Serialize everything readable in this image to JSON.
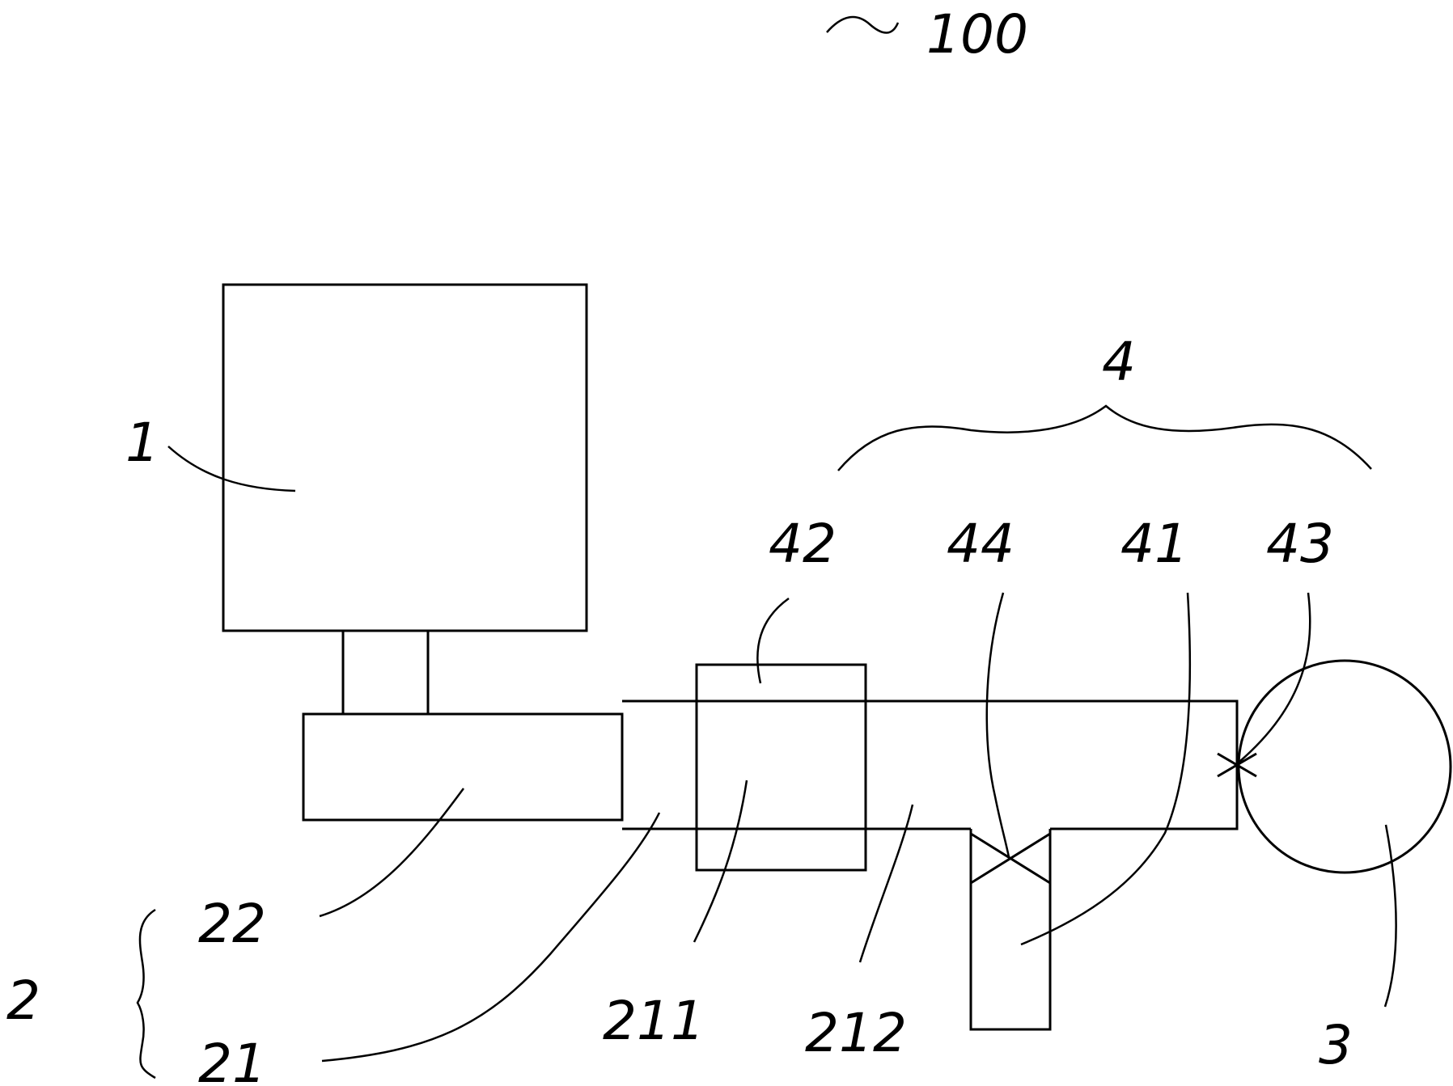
{
  "figure": {
    "reference": "100",
    "labels": {
      "box_1": "1",
      "assembly_2": "2",
      "circle_3": "3",
      "assembly_4": "4",
      "part_21": "21",
      "part_22": "22",
      "part_41": "41",
      "part_42": "42",
      "part_43": "43",
      "part_44": "44",
      "part_211": "211",
      "part_212": "212"
    }
  }
}
